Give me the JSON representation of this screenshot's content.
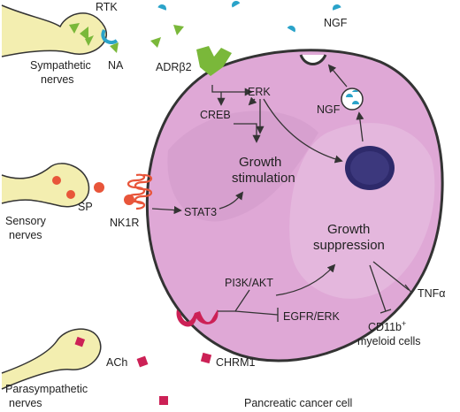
{
  "colors": {
    "cell_fill": "#dfa8d6",
    "cell_stroke": "#333333",
    "nucleus": "#2e2a6b",
    "nerve": "#f3eeb0",
    "na_green": "#7ab83a",
    "sp_red": "#e8553a",
    "ach_magenta": "#cc2156",
    "ngf_cyan": "#2aa3c9",
    "rtk_blue": "#2aa3c9",
    "nk1r_red": "#e8553a"
  },
  "labels": {
    "rtk": "RTK",
    "ngf_top": "NGF",
    "sympathetic": [
      "Sympathetic",
      "nerves"
    ],
    "na": "NA",
    "adrb2": "ADRβ2",
    "erk": "ERK",
    "creb": "CREB",
    "ngf_inner": "NGF",
    "growth_stim": [
      "Growth",
      "stimulation"
    ],
    "sensory": [
      "Sensory",
      "nerves"
    ],
    "sp": "SP",
    "nk1r": "NK1R",
    "stat3": "STAT3",
    "growth_supp": [
      "Growth",
      "suppression"
    ],
    "pi3k": "PI3K/AKT",
    "egfr": "EGFR/ERK",
    "tnf": "TNFα",
    "cd11b": "CD11b",
    "cd11b_sup": "+",
    "myeloid": "myeloid cells",
    "ach": "ACh",
    "chrm1": "CHRM1",
    "parasympathetic": [
      "Parasympathetic",
      "nerves"
    ],
    "cell": "Pancreatic cancer cell"
  }
}
